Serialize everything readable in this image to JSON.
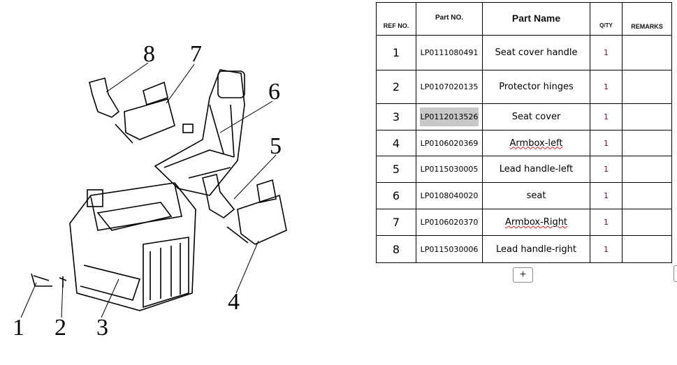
{
  "diagram": {
    "callouts": [
      "1",
      "2",
      "3",
      "4",
      "5",
      "6",
      "7",
      "8"
    ]
  },
  "table": {
    "headers": {
      "ref": "REF NO.",
      "part_no": "Part NO.",
      "part_name": "Part Name",
      "qty": "Q/TY",
      "remarks": "REMARKS"
    },
    "rows": [
      {
        "ref": "1",
        "part_no": "LP0111080491",
        "name": "Seat cover handle",
        "qty": "1",
        "remarks": ""
      },
      {
        "ref": "2",
        "part_no": "LP0107020135",
        "name": "Protector hinges",
        "qty": "1",
        "remarks": ""
      },
      {
        "ref": "3",
        "part_no": "LP0112013526",
        "name": "Seat cover",
        "qty": "1",
        "remarks": ""
      },
      {
        "ref": "4",
        "part_no": "LP0106020369",
        "name": "Armbox-left",
        "qty": "1",
        "remarks": ""
      },
      {
        "ref": "5",
        "part_no": "LP0115030005",
        "name": "Lead handle-left",
        "qty": "1",
        "remarks": ""
      },
      {
        "ref": "6",
        "part_no": "LP0108040020",
        "name": "seat",
        "qty": "1",
        "remarks": ""
      },
      {
        "ref": "7",
        "part_no": "LP0106020370",
        "name": "Armbox-Right",
        "qty": "1",
        "remarks": ""
      },
      {
        "ref": "8",
        "part_no": "LP0115030006",
        "name": "Lead handle-right",
        "qty": "1",
        "remarks": ""
      }
    ]
  },
  "add_row_label": "+"
}
